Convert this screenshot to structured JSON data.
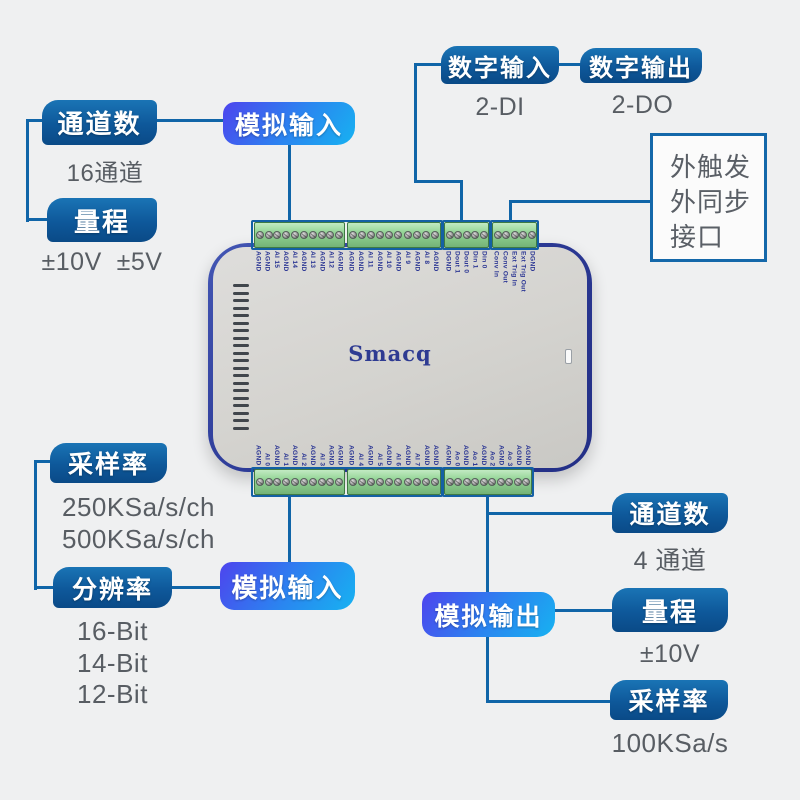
{
  "colors": {
    "background": "#eff0f1",
    "connector_line": "#1065a8",
    "pill_dark": "#0e589a",
    "pill_gradient_start": "#4a4aee",
    "pill_gradient_end": "#17b2f1",
    "terminal_green": "#93d495",
    "pin_text": "#2c3794",
    "value_text": "#585d63",
    "device_case": "#2c3a96",
    "device_face": "#d4d3cf"
  },
  "device": {
    "logo": "Smacq"
  },
  "annotations": {
    "top_left": {
      "channels_label": "通道数",
      "channels_value": "16通道",
      "range_label": "量程",
      "range_value": "±10V  ±5V",
      "analog_input_label": "模拟输入"
    },
    "top_right": {
      "digital_in_label": "数字输入",
      "digital_in_value": "2-DI",
      "digital_out_label": "数字输出",
      "digital_out_value": "2-DO",
      "trigger_box_lines": [
        "外触发",
        "外同步",
        "接口"
      ]
    },
    "bottom_left": {
      "sample_rate_label": "采样率",
      "sample_rate_values": [
        "250KSa/s/ch",
        "500KSa/s/ch"
      ],
      "resolution_label": "分辨率",
      "resolution_values": [
        "16-Bit",
        "14-Bit",
        "12-Bit"
      ],
      "analog_input_label": "模拟输入"
    },
    "bottom_right": {
      "analog_output_label": "模拟输出",
      "channels_label": "通道数",
      "channels_value": "4 通道",
      "range_label": "量程",
      "range_value": "±10V",
      "sample_rate_label": "采样率",
      "sample_rate_value": "100KSa/s"
    }
  },
  "terminals": {
    "top_ai_1": [
      "AGND",
      "AGND",
      "AI 15",
      "AGND",
      "AI 14",
      "AGND",
      "AI 13",
      "AGND",
      "AI 12",
      "AGND"
    ],
    "top_ai_2": [
      "AGND",
      "AGND",
      "AI 11",
      "AGND",
      "AI 10",
      "AGND",
      "AI 9",
      "AGND",
      "AI 8",
      "AGND"
    ],
    "digital": [
      "DGND",
      "Dout 1",
      "Dout 0",
      "Din 1",
      "Din 0"
    ],
    "trigger": [
      "Conv In",
      "Conv Out",
      "Ext Trig In",
      "Ext Trig Out",
      "DGND"
    ],
    "bottom_ai_1": [
      "AGND",
      "AI 0",
      "AGND",
      "AI 1",
      "AGND",
      "AI 2",
      "AGND",
      "AI 3",
      "AGND",
      "AGND"
    ],
    "bottom_ai_2": [
      "AGND",
      "AI 4",
      "AGND",
      "AI 5",
      "AGND",
      "AI 6",
      "AGND",
      "AI 7",
      "AGND",
      "AGND"
    ],
    "analog_out": [
      "AGND",
      "Ao 0",
      "AGND",
      "Ao 1",
      "AGND",
      "Ao 2",
      "AGND",
      "Ao 3",
      "AGND",
      "AGND"
    ]
  }
}
